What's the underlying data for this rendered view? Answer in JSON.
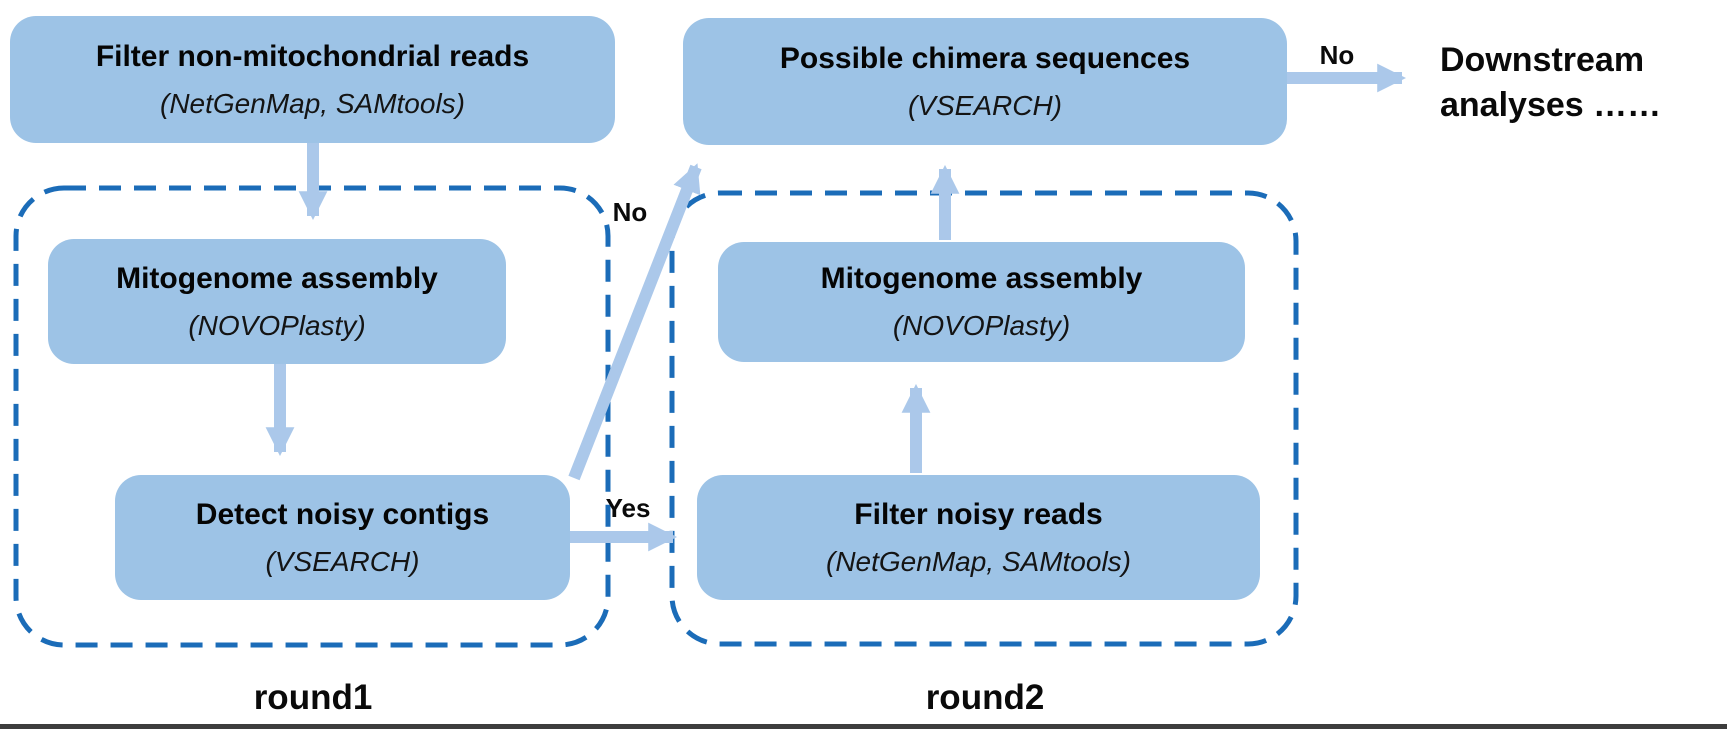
{
  "diagram": {
    "boxes": {
      "filter_non_mitochondrial": {
        "title": "Filter non-mitochondrial reads",
        "tools": "(NetGenMap, SAMtools)"
      },
      "mitogenome_assembly_round1": {
        "title": "Mitogenome assembly",
        "tools": "(NOVOPlasty)"
      },
      "detect_noisy_contigs": {
        "title": "Detect noisy contigs",
        "tools": "(VSEARCH)"
      },
      "possible_chimera": {
        "title": "Possible chimera sequences",
        "tools": "(VSEARCH)"
      },
      "mitogenome_assembly_round2": {
        "title": "Mitogenome assembly",
        "tools": "(NOVOPlasty)"
      },
      "filter_noisy_reads": {
        "title": "Filter noisy reads",
        "tools": "(NetGenMap, SAMtools)"
      }
    },
    "edge_labels": {
      "no_diagonal": "No",
      "yes": "Yes",
      "no_top": "No"
    },
    "end_node": {
      "text": "Downstream analyses ……"
    },
    "groups": {
      "round1": "round1",
      "round2": "round2"
    },
    "colors": {
      "box_fill": "#9dc3e6",
      "arrow": "#abc8ea",
      "dashed_border": "#1b6cb8",
      "text": "#000000",
      "bottom_bar": "#3d3d3d"
    }
  }
}
